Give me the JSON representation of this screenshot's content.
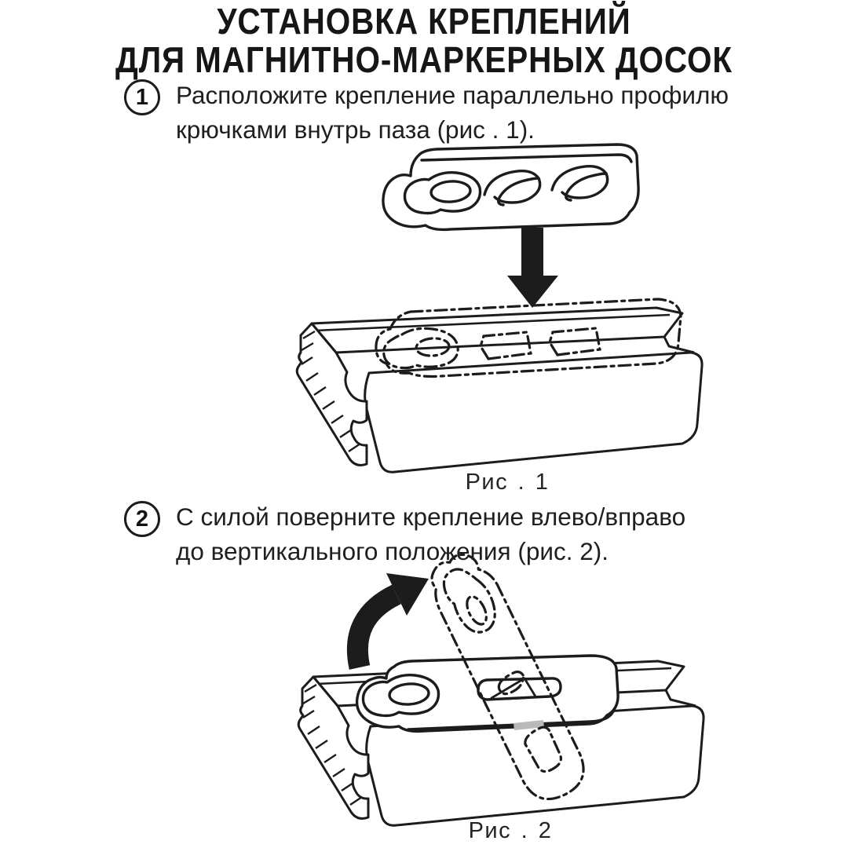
{
  "title": {
    "line1": "УСТАНОВКА КРЕПЛЕНИЙ",
    "line2": "ДЛЯ МАГНИТНО-МАРКЕРНЫХ ДОСОК"
  },
  "steps": [
    {
      "number": "1",
      "lines": [
        "Расположите крепление параллельно профилю",
        "крючками внутрь паза (рис . 1)."
      ]
    },
    {
      "number": "2",
      "lines": [
        "С силой поверните крепление влево/вправо",
        "до вертикального положения (рис. 2)."
      ]
    }
  ],
  "figures": [
    {
      "caption": "Рис . 1",
      "drawing_elements": [
        "mounting-bracket-plate",
        "keyhole-slot",
        "hook-cutouts",
        "arrow-down",
        "profile-rail",
        "bracket-dashed-position"
      ]
    },
    {
      "caption": "Рис . 2",
      "drawing_elements": [
        "rotate-arrow",
        "profile-rail",
        "mounting-bracket-plate",
        "bracket-rotated-dashed-position",
        "slot-highlight"
      ]
    }
  ],
  "colors": {
    "ink": "#1c1c1c",
    "background": "#ffffff",
    "slot_highlight": "#b9b9b9"
  }
}
